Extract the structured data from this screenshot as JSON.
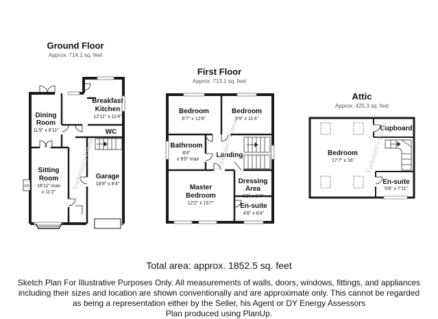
{
  "floors": {
    "ground": {
      "title": "Ground Floor",
      "area": "Approx. 714.1 sq. feet",
      "rooms": {
        "dining": {
          "name1": "Dining",
          "name2": "Room",
          "dims": "11'9\" x 8'11\""
        },
        "breakfast": {
          "name1": "Breakfast",
          "name2": "Kitchen",
          "dims": "12'11\" x 11'4\""
        },
        "wc": {
          "name": "WC"
        },
        "sitting": {
          "name1": "Sitting",
          "name2": "Room",
          "dims1": "16'11\" max",
          "dims2": "x 11'2\""
        },
        "garage": {
          "name": "Garage",
          "dims": "18'8\" x 8'4\""
        }
      }
    },
    "first": {
      "title": "First Floor",
      "area": "Approx. 713.1 sq. feet",
      "rooms": {
        "bed1": {
          "name": "Bedroom",
          "dims": "6'7\" x 12'6\""
        },
        "bed2": {
          "name": "Bedroom",
          "dims": "9'9\" x 11'4\""
        },
        "bath": {
          "name": "Bathroom",
          "dims1": "8'4\"",
          "dims2": "x 9'5\" max"
        },
        "landing": {
          "name": "Landing"
        },
        "master": {
          "name1": "Master",
          "name2": "Bedroom",
          "dims": "12'2\" x 15'7\""
        },
        "dressing": {
          "name1": "Dressing",
          "name2": "Area",
          "dims": "8'1\" x 8'4\""
        },
        "ensuite": {
          "name": "En-suite",
          "dims": "4'8\" x 8'4\""
        }
      }
    },
    "attic": {
      "title": "Attic",
      "area": "Approx. 425.3 sq. feet",
      "rooms": {
        "bedroom": {
          "name": "Bedroom",
          "dims": "17'7\" x 16'"
        },
        "cupboard": {
          "name": "Cupboard"
        },
        "ensuite": {
          "name": "En-suite",
          "dims": "5'8\" x 7'11\""
        }
      }
    }
  },
  "watermark": "Yorkshire's Finest",
  "total_area": "Total area: approx. 1852.5 sq. feet",
  "disclaimer": [
    "Sketch Plan For Illustrative Purposes Only. All measurements of walls, doors, windows, fittings, and appliances",
    "including their sizes and location are shown conventionally and are approximate only. This cannot be regarded",
    "as being a representation either by the Seller, his Agent or DY Energy Assessors",
    "Plan produced using PlanUp."
  ],
  "colors": {
    "wall": "#1a1a1a",
    "window": "#8a8a8a",
    "watermark": "#c9c9c9"
  }
}
